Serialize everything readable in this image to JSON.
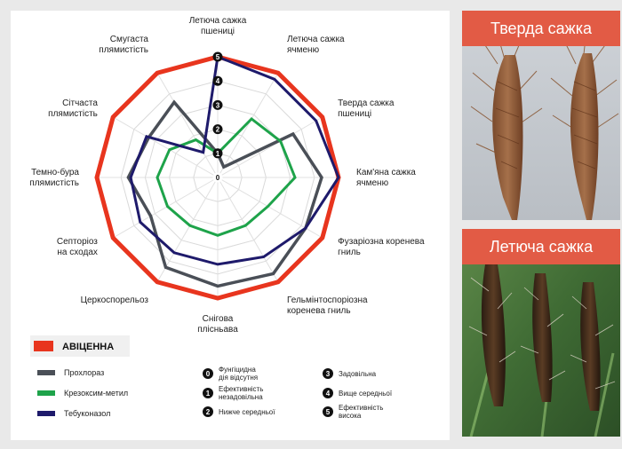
{
  "chart_data": {
    "type": "radar",
    "title": "",
    "axes": [
      [
        "Летюча сажка",
        "пшениці"
      ],
      [
        "Летюча сажка",
        "ячменю"
      ],
      [
        "Тверда сажка",
        "пшениці"
      ],
      [
        "Кам'яна сажка",
        "ячменю"
      ],
      [
        "Фузаріозна коренева",
        "гниль"
      ],
      [
        "Гельмінтоспоріозна",
        "коренева гниль"
      ],
      [
        "Снігова",
        "плісньава"
      ],
      [
        "Церкоспорельоз"
      ],
      [
        "Септоріоз",
        "на сходах"
      ],
      [
        "Темно-бура",
        "плямистість"
      ],
      [
        "Сітчаста",
        "плямистість"
      ],
      [
        "Смугаста",
        "плямистість"
      ]
    ],
    "scale": {
      "min": 0,
      "max": 5,
      "ticks": [
        "0",
        "1",
        "2",
        "3",
        "4",
        "5"
      ]
    },
    "series": [
      {
        "name": "АВІЦЕННА",
        "color": "#e8351e",
        "values": [
          5,
          5,
          5,
          5,
          5,
          5,
          5,
          5,
          5,
          5,
          5,
          5
        ]
      },
      {
        "name": "Прохлораз",
        "color": "#4a4f57",
        "values": [
          1,
          0.5,
          3.6,
          4.3,
          4.2,
          4.6,
          4.5,
          4.3,
          3.2,
          3.7,
          3.3,
          3.6
        ]
      },
      {
        "name": "Крезоксим-метил",
        "color": "#1ea34a",
        "values": [
          1,
          2.8,
          3,
          3.2,
          2.4,
          2.3,
          2.4,
          2.3,
          2.4,
          2.5,
          2.3,
          1.8
        ]
      },
      {
        "name": "Тебуконазол",
        "color": "#1e1a6b",
        "values": [
          5,
          4.7,
          4.7,
          5,
          4.2,
          3.8,
          3.6,
          3.6,
          3.7,
          3.6,
          3.4,
          1.2
        ]
      }
    ],
    "legend_position": "bottom-left"
  },
  "legend_scale": [
    {
      "num": "0",
      "lines": [
        "Фунгіцидна",
        "дія відсутня"
      ]
    },
    {
      "num": "1",
      "lines": [
        "Ефективність",
        "незадовільна"
      ]
    },
    {
      "num": "2",
      "lines": [
        "Нижче середньої"
      ]
    },
    {
      "num": "3",
      "lines": [
        "Задовільна"
      ]
    },
    {
      "num": "4",
      "lines": [
        "Вище середньої"
      ]
    },
    {
      "num": "5",
      "lines": [
        "Ефективність",
        "висока"
      ]
    }
  ],
  "photos": {
    "top_title": "Тверда сажка",
    "bottom_title": "Летюча сажка"
  }
}
